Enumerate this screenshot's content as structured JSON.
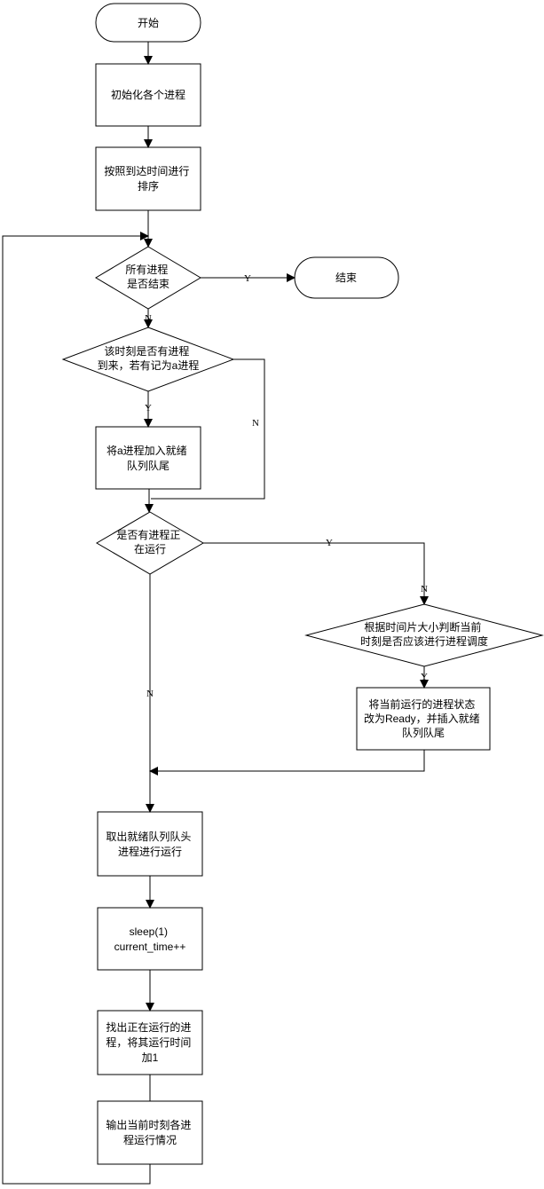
{
  "nodes": {
    "start": {
      "label": [
        "开始"
      ],
      "shape": "terminal"
    },
    "init": {
      "label": [
        "初始化各个进程"
      ],
      "shape": "process"
    },
    "sort": {
      "label": [
        "按照到达时间进行",
        "排序"
      ],
      "shape": "process"
    },
    "all_done": {
      "label": [
        "所有进程",
        "是否结束"
      ],
      "shape": "decision"
    },
    "end": {
      "label": [
        "结束"
      ],
      "shape": "terminal"
    },
    "arrival": {
      "label": [
        "该时刻是否有进程",
        "到来，若有记为a进程"
      ],
      "shape": "decision"
    },
    "enqueue_a": {
      "label": [
        "将a进程加入就绪",
        "队列队尾"
      ],
      "shape": "process"
    },
    "running": {
      "label": [
        "是否有进程正",
        "在运行"
      ],
      "shape": "decision"
    },
    "timeslice": {
      "label": [
        "根据时间片大小判断当前",
        "时刻是否应该进行进程调度"
      ],
      "shape": "decision"
    },
    "requeue": {
      "label": [
        "将当前运行的进程状态",
        "改为Ready，并插入就绪",
        "队列队尾"
      ],
      "shape": "process"
    },
    "dequeue": {
      "label": [
        "取出就绪队列队头",
        "进程进行运行"
      ],
      "shape": "process"
    },
    "sleep": {
      "label": [
        "sleep(1)",
        "current_time++"
      ],
      "shape": "process"
    },
    "find_running": {
      "label": [
        "找出正在运行的进",
        "程，将其运行时间",
        "加1"
      ],
      "shape": "process"
    },
    "output": {
      "label": [
        "输出当前时刻各进",
        "程运行情况"
      ],
      "shape": "process"
    }
  },
  "edge_labels": {
    "all_done_yes": "Y",
    "all_done_no": "N",
    "arrival_yes": "Y",
    "arrival_no": "N",
    "running_yes": "Y",
    "running_no": "N",
    "timeslice_no": "N",
    "timeslice_yes": "Y"
  },
  "colors": {
    "stroke": "#000000",
    "fill": "#ffffff",
    "text": "#000000"
  }
}
